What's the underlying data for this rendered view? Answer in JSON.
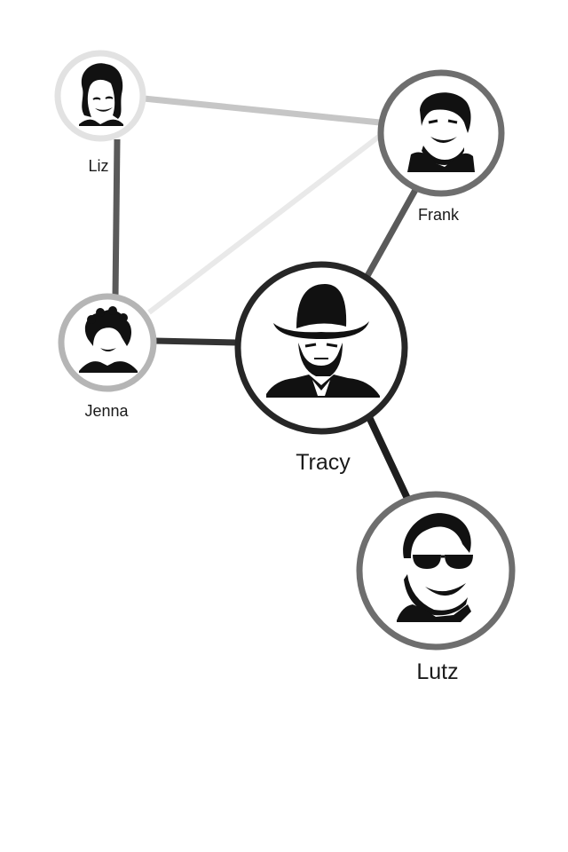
{
  "nodes": [
    {
      "id": "liz",
      "name": "Liz",
      "ring_color": "#e2e2e2",
      "portrait": "woman-curly-hair-portrait-icon"
    },
    {
      "id": "frank",
      "name": "Frank",
      "ring_color": "#6e6e6e",
      "portrait": "man-smiling-portrait-icon"
    },
    {
      "id": "jenna",
      "name": "Jenna",
      "ring_color": "#b5b5b5",
      "portrait": "woman-short-curls-portrait-icon"
    },
    {
      "id": "tracy",
      "name": "Tracy",
      "ring_color": "#262626",
      "portrait": "man-cowboy-hat-portrait-icon"
    },
    {
      "id": "lutz",
      "name": "Lutz",
      "ring_color": "#6e6e6e",
      "portrait": "man-sunglasses-portrait-icon"
    }
  ],
  "edges": [
    {
      "from": "liz",
      "to": "frank",
      "color": "#c6c6c6"
    },
    {
      "from": "liz",
      "to": "jenna",
      "color": "#5a5a5a"
    },
    {
      "from": "jenna",
      "to": "frank",
      "color": "#e9e9e9"
    },
    {
      "from": "jenna",
      "to": "tracy",
      "color": "#333333"
    },
    {
      "from": "tracy",
      "to": "frank",
      "color": "#5a5a5a"
    },
    {
      "from": "tracy",
      "to": "lutz",
      "color": "#1e1e1e"
    }
  ]
}
